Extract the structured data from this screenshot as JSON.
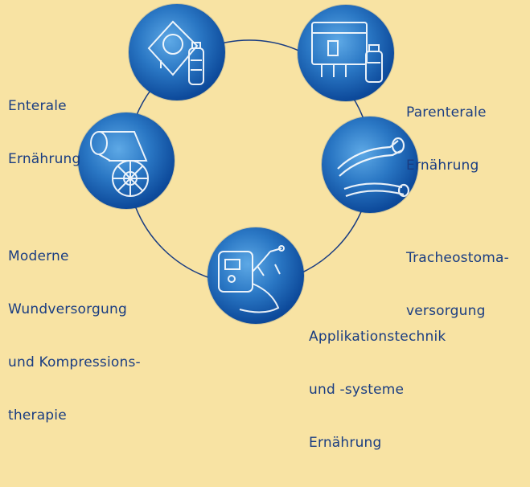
{
  "nodes": [
    {
      "id": "enterale",
      "icon": "feeding-bag-bottle-icon",
      "label_lines": [
        "Enterale",
        "Ernährung"
      ]
    },
    {
      "id": "parenterale",
      "icon": "infusion-bag-vial-icon",
      "label_lines": [
        "Parenterale",
        "Ernährung"
      ]
    },
    {
      "id": "tracheostoma",
      "icon": "tracheostomy-tube-icon",
      "label_lines": [
        "Tracheostoma-",
        "versorgung"
      ]
    },
    {
      "id": "applikation",
      "icon": "feeding-pump-icon",
      "label_lines": [
        "Applikationstechnik",
        "und -systeme",
        "Ernährung"
      ]
    },
    {
      "id": "wund",
      "icon": "bandage-roll-dressing-icon",
      "label_lines": [
        "Moderne",
        "Wundversorgung",
        "und Kompressions-",
        "therapie"
      ]
    }
  ],
  "colors": {
    "background": "#f8e3a3",
    "text": "#1a3d82",
    "ring": "#1a3d82",
    "node": "#1f63b3"
  }
}
